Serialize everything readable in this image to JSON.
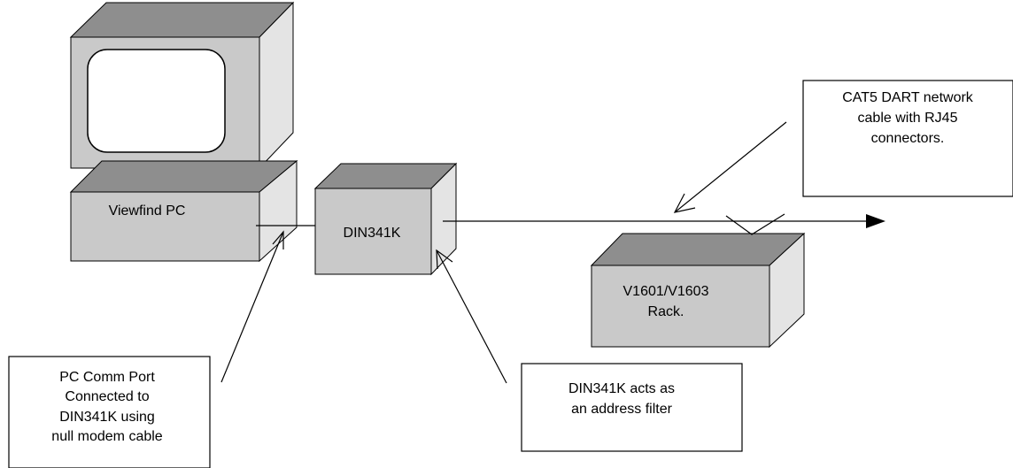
{
  "diagram": {
    "colors": {
      "front": "#c9c9c9",
      "side": "#e4e4e4",
      "top": "#8e8e8e",
      "stroke": "#000000",
      "screen": "#ffffff"
    },
    "nodes": {
      "pc": {
        "label": "Viewfind PC"
      },
      "din": {
        "label": "DIN341K"
      },
      "rack": {
        "line1": "V1601/V1603",
        "line2": "Rack."
      }
    },
    "callouts": {
      "cat5": {
        "lines": [
          "CAT5 DART network",
          "cable with RJ45",
          "connectors."
        ]
      },
      "comm": {
        "lines": [
          "PC Comm Port",
          "Connected to",
          "DIN341K using",
          "null modem cable"
        ]
      },
      "filter": {
        "lines": [
          "DIN341K acts as",
          "an address filter"
        ]
      }
    }
  }
}
